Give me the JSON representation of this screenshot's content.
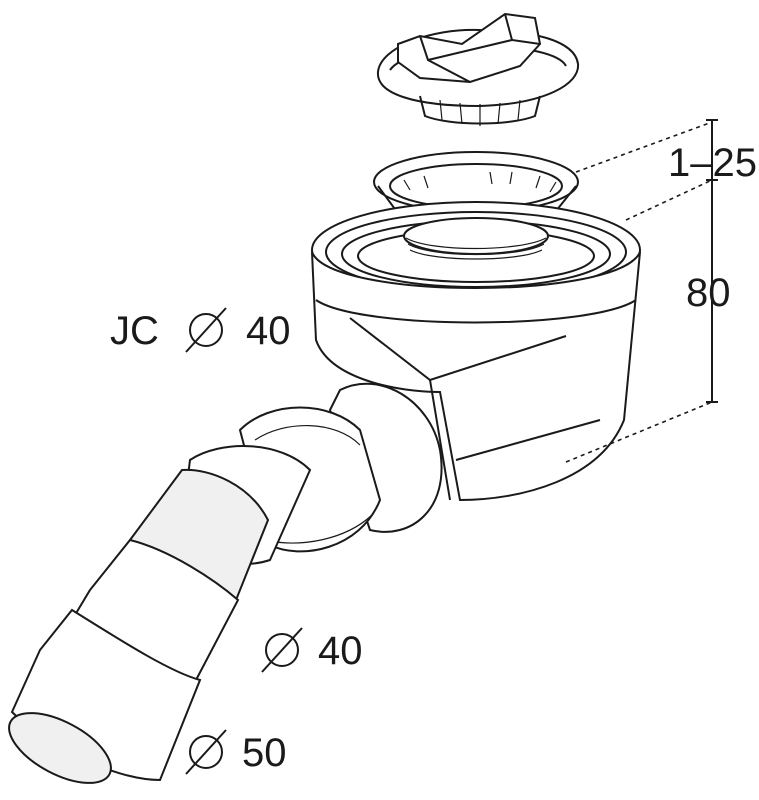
{
  "labels": {
    "height_range": "1–25",
    "height_total": "80",
    "outlet_jc": "JC",
    "outlet_jc_diameter": "40",
    "pipe_diameter_inner": "40",
    "pipe_diameter_outer": "50"
  },
  "symbols": {
    "diameter": "diameter-icon"
  }
}
